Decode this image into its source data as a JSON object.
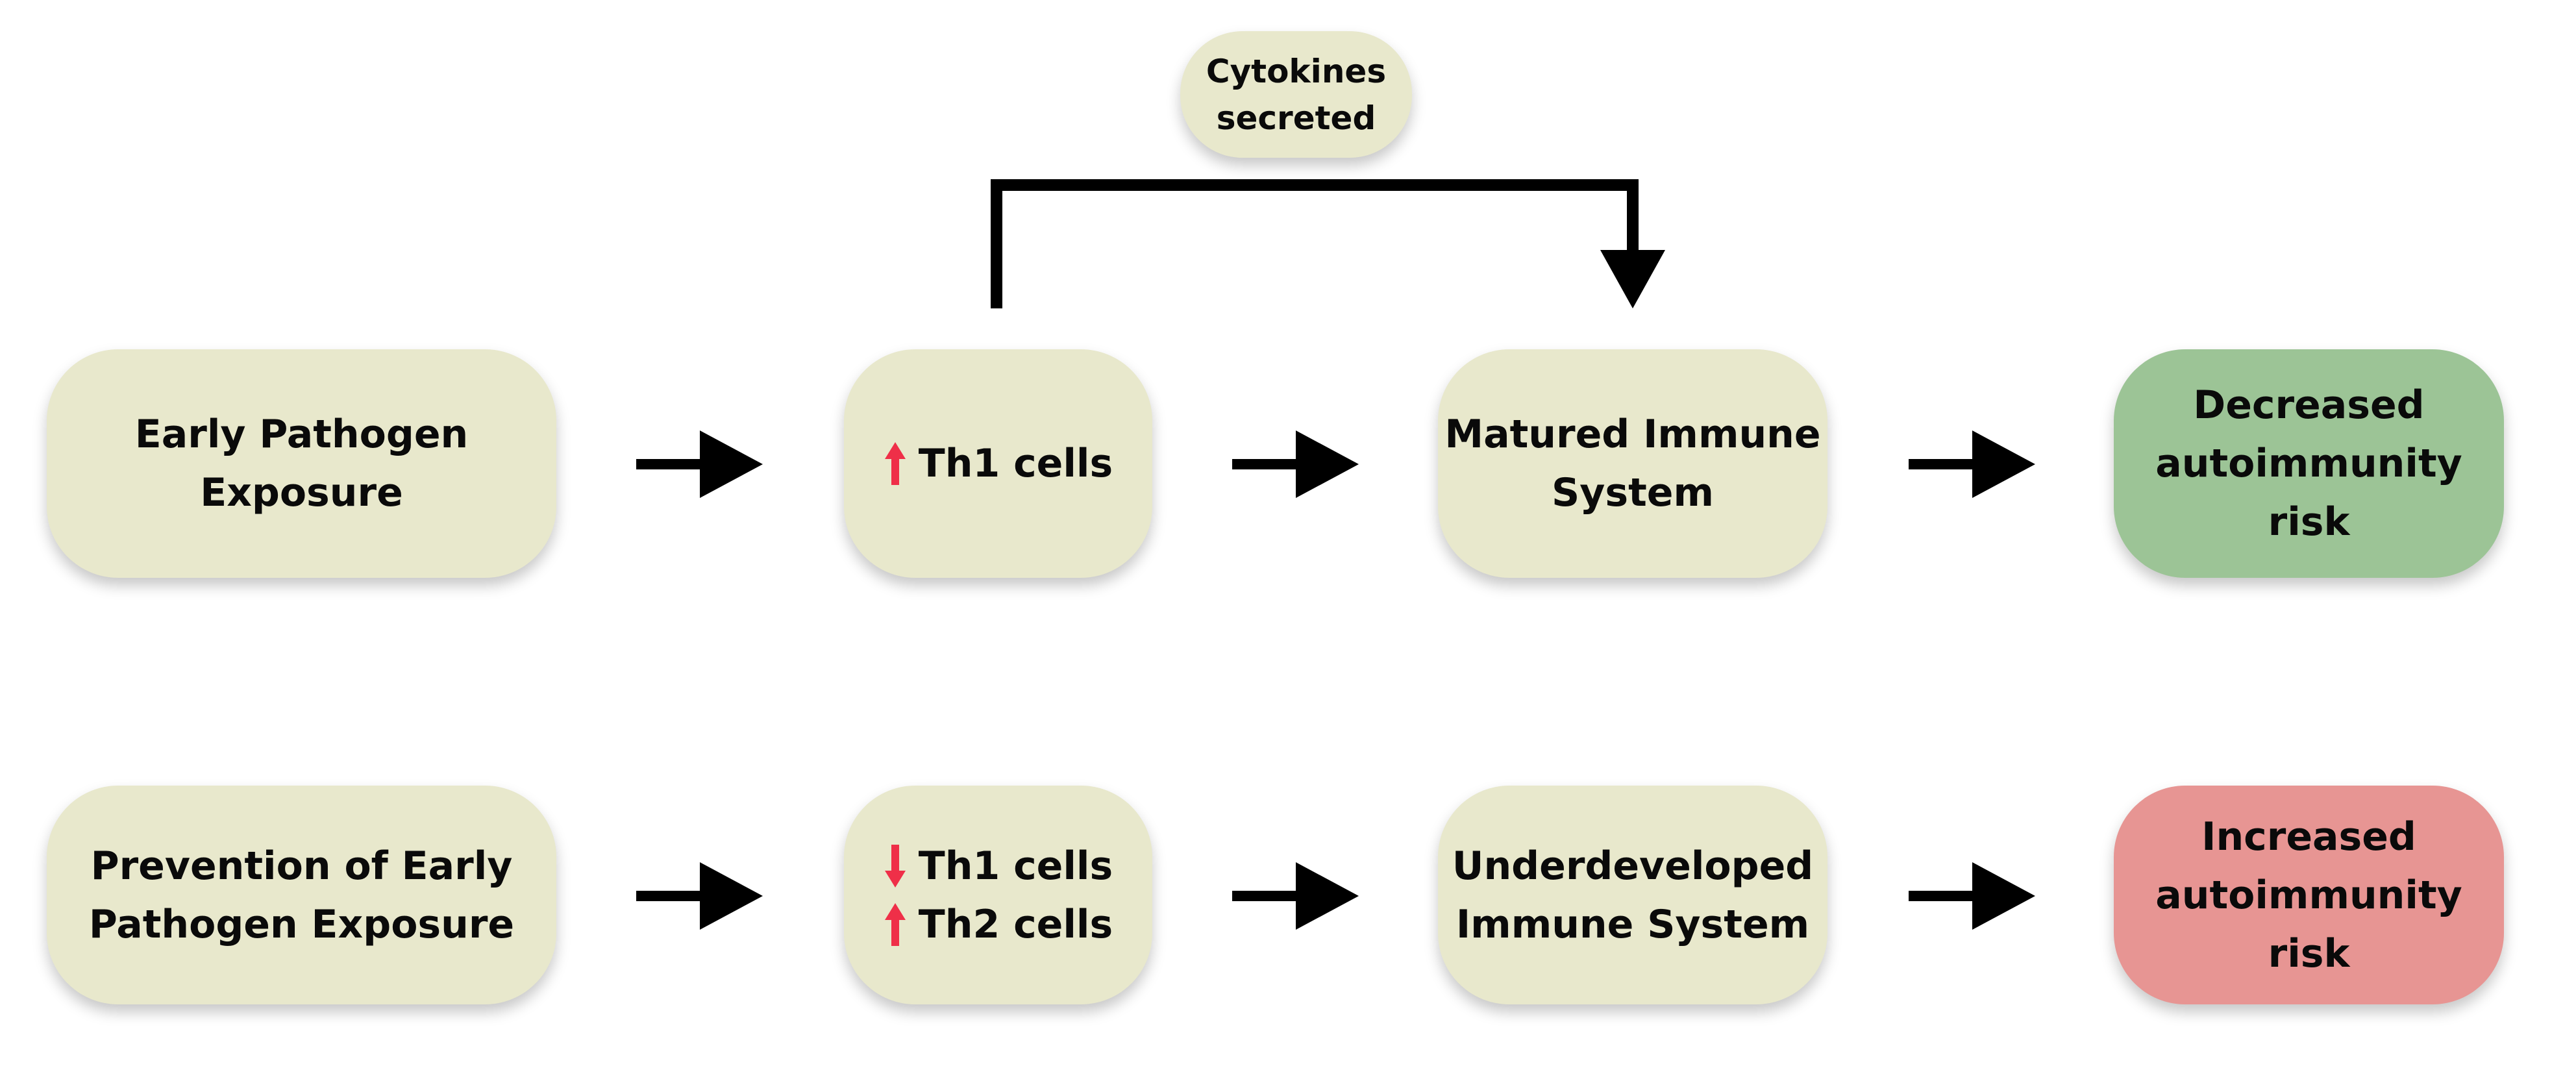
{
  "colors": {
    "node_fill": "#e8e8cc",
    "decreased_fill": "#9cc496",
    "increased_fill": "#e79593",
    "arrow": "#000000",
    "up_arrow": "#ef2f48",
    "down_arrow": "#ef2f48"
  },
  "cytokines": {
    "line1": "Cytokines",
    "line2": "secreted"
  },
  "row1": {
    "exposure": {
      "line1": "Early Pathogen",
      "line2": "Exposure"
    },
    "cells": {
      "th1": "Th1 cells",
      "th1_icon": "up-arrow-icon"
    },
    "immune": {
      "line1": "Matured Immune",
      "line2": "System"
    },
    "risk": {
      "line1": "Decreased",
      "line2": "autoimmunity",
      "line3": "risk"
    }
  },
  "row2": {
    "exposure": {
      "line1": "Prevention of Early",
      "line2": "Pathogen Exposure"
    },
    "cells": {
      "th1": "Th1 cells",
      "th1_icon": "down-arrow-icon",
      "th2": "Th2 cells",
      "th2_icon": "up-arrow-icon"
    },
    "immune": {
      "line1": "Underdeveloped",
      "line2": "Immune System"
    },
    "risk": {
      "line1": "Increased",
      "line2": "autoimmunity",
      "line3": "risk"
    }
  }
}
